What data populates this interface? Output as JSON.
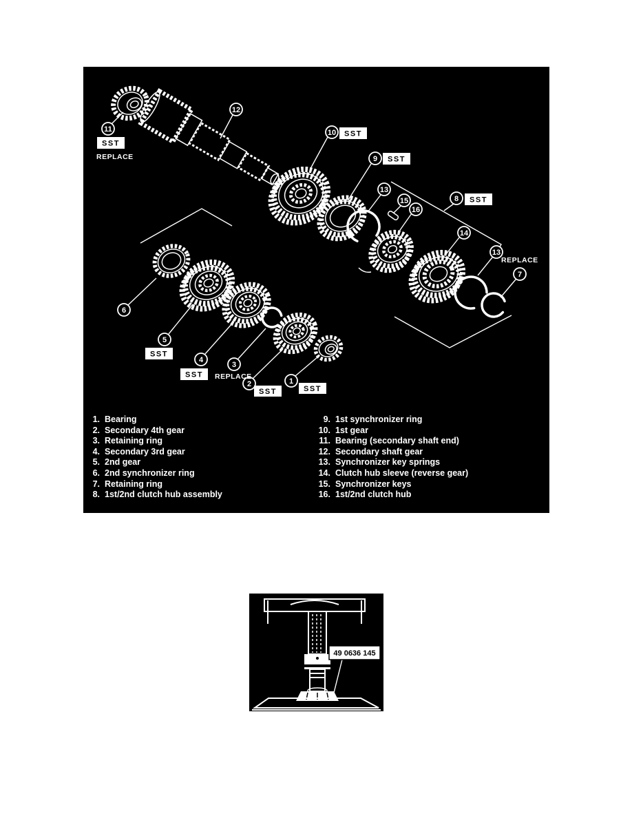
{
  "colors": {
    "page_bg": "#ffffff",
    "figure_bg": "#000000",
    "figure_fg": "#ffffff"
  },
  "diagram": {
    "sst_label": "SST",
    "replace_label": "REPLACE",
    "callouts": {
      "n1": "1",
      "n2": "2",
      "n3": "3",
      "n4": "4",
      "n5": "5",
      "n6": "6",
      "n7": "7",
      "n8": "8",
      "n9": "9",
      "n10": "10",
      "n11": "11",
      "n12": "12",
      "n13": "13",
      "n14": "14",
      "n15": "15",
      "n16": "16"
    }
  },
  "parts_list": {
    "left": [
      {
        "num": "1.",
        "label": "Bearing"
      },
      {
        "num": "2.",
        "label": "Secondary 4th gear"
      },
      {
        "num": "3.",
        "label": "Retaining ring"
      },
      {
        "num": "4.",
        "label": "Secondary 3rd gear"
      },
      {
        "num": "5.",
        "label": "2nd gear"
      },
      {
        "num": "6.",
        "label": "2nd synchronizer ring"
      },
      {
        "num": "7.",
        "label": "Retaining ring"
      },
      {
        "num": "8.",
        "label": "1st/2nd clutch hub assembly"
      }
    ],
    "right": [
      {
        "num": "9.",
        "label": "1st synchronizer ring"
      },
      {
        "num": "10.",
        "label": "1st gear"
      },
      {
        "num": "11.",
        "label": "Bearing (secondary shaft end)"
      },
      {
        "num": "12.",
        "label": "Secondary shaft gear"
      },
      {
        "num": "13.",
        "label": "Synchronizer key springs"
      },
      {
        "num": "14.",
        "label": "Clutch hub sleeve (reverse gear)"
      },
      {
        "num": "15.",
        "label": "Synchronizer keys"
      },
      {
        "num": "16.",
        "label": "1st/2nd clutch hub"
      }
    ]
  },
  "tool_figure": {
    "part_number": "49 0636 145"
  }
}
